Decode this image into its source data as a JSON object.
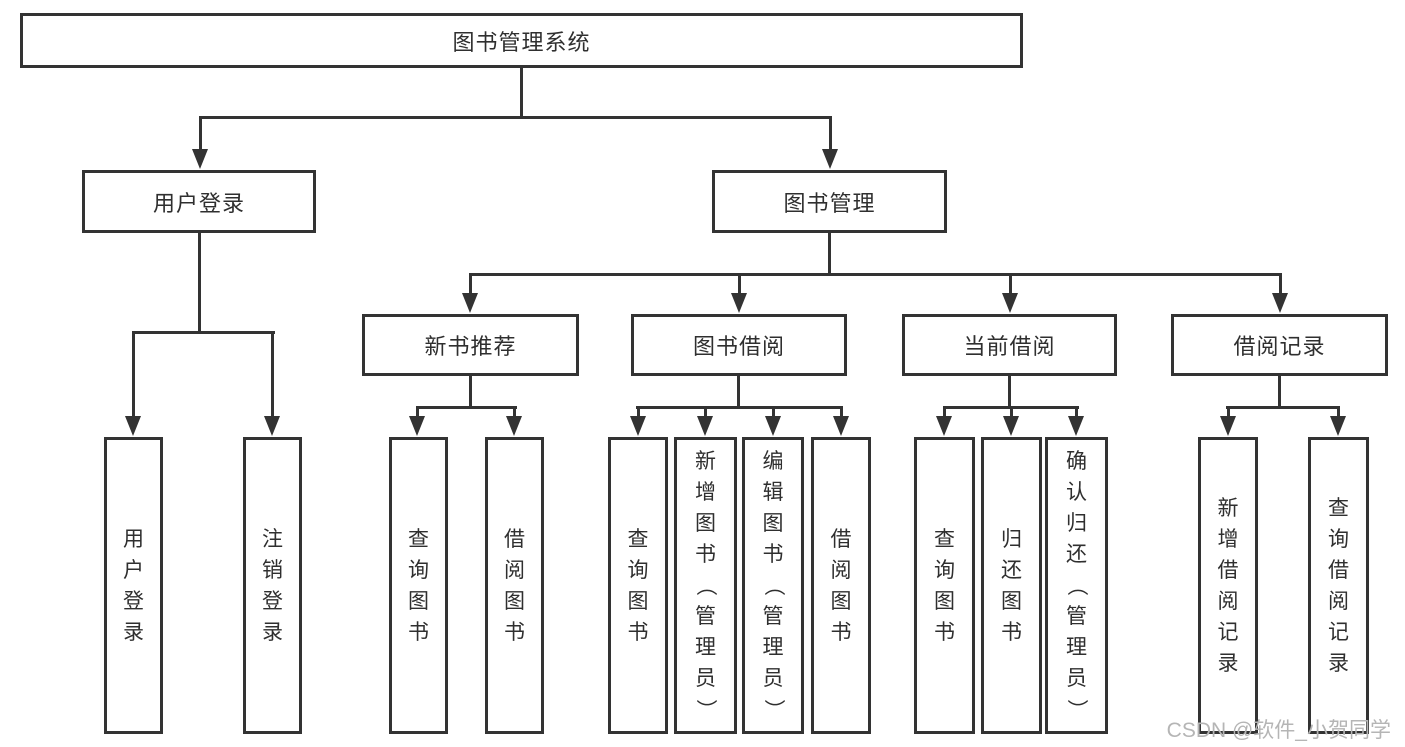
{
  "title": {
    "label": "图书管理系统"
  },
  "level2": {
    "user_login": "用户登录",
    "book_mgmt": "图书管理"
  },
  "level3": {
    "new_books": "新书推荐",
    "book_borrow": "图书借阅",
    "current_borrow": "当前借阅",
    "borrow_records": "借阅记录"
  },
  "leaves": {
    "user_login": [
      "用户登录",
      "注销登录"
    ],
    "new_books": [
      "查询图书",
      "借阅图书"
    ],
    "book_borrow": [
      "查询图书",
      "新增图书（管理员）",
      "编辑图书（管理员）",
      "借阅图书"
    ],
    "current_borrow": [
      "查询图书",
      "归还图书",
      "确认归还（管理员）"
    ],
    "borrow_records": [
      "新增借阅记录",
      "查询借阅记录"
    ]
  },
  "watermark": {
    "text": "CSDN @软件_小贺同学"
  },
  "colors": {
    "line": "#333333",
    "text": "#2f2f2f",
    "box_bg": "#ffffff",
    "background": "#ffffff",
    "watermark": "#b5b5b5"
  }
}
